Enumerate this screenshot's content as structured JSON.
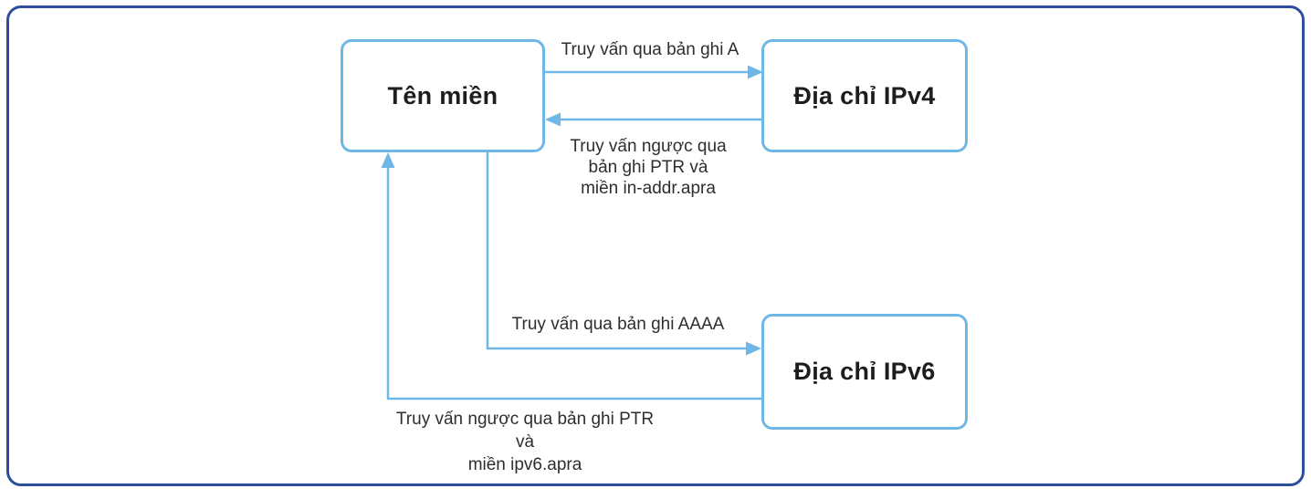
{
  "colors": {
    "frame_border": "#2C4E9B",
    "node_border": "#6FB7E6",
    "arrow": "#6FB7E6",
    "node_text": "#1D1D1F",
    "label_text": "#2E2E2E",
    "background": "#FFFFFF"
  },
  "diagram": {
    "nodes": {
      "domain": {
        "label": "Tên miền"
      },
      "ipv4": {
        "label": "Địa chỉ IPv4"
      },
      "ipv6": {
        "label": "Địa chỉ IPv6"
      }
    },
    "edges": {
      "a_query": {
        "label": "Truy vấn qua bản ghi A"
      },
      "ptr4_return": {
        "label_lines": [
          "Truy vấn ngược qua",
          "bản ghi PTR và",
          "miền in-addr.apra"
        ]
      },
      "aaaa_query": {
        "label": "Truy vấn qua bản ghi AAAA"
      },
      "ptr6_return": {
        "label_lines": [
          "Truy vấn ngược qua bản ghi PTR và",
          "miền ipv6.apra"
        ]
      }
    }
  }
}
